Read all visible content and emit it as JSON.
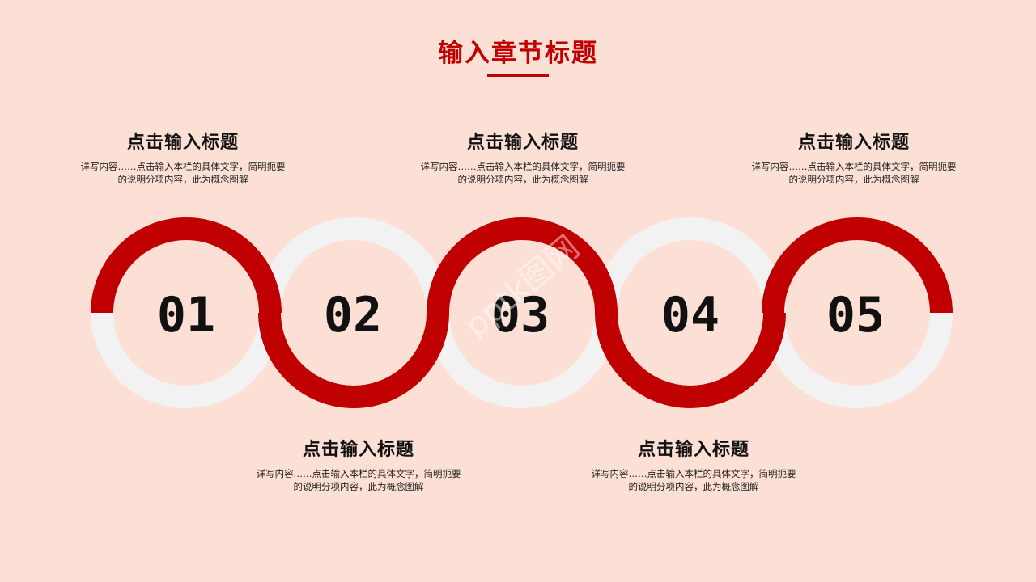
{
  "title": "输入章节标题",
  "colors": {
    "background": "#fde0d5",
    "accent": "#c00000",
    "ring_light": "#f2f2f2",
    "text": "#111111"
  },
  "steps": [
    {
      "number": "01",
      "title": "点击输入标题",
      "desc": "详写内容……点击输入本栏的具体文字，简明扼要的说明分项内容，此为概念图解"
    },
    {
      "number": "02",
      "title": "点击输入标题",
      "desc": "详写内容……点击输入本栏的具体文字，简明扼要的说明分项内容，此为概念图解"
    },
    {
      "number": "03",
      "title": "点击输入标题",
      "desc": "详写内容……点击输入本栏的具体文字，简明扼要的说明分项内容，此为概念图解"
    },
    {
      "number": "04",
      "title": "点击输入标题",
      "desc": "详写内容……点击输入本栏的具体文字，简明扼要的说明分项内容，此为概念图解"
    },
    {
      "number": "05",
      "title": "点击输入标题",
      "desc": "详写内容……点击输入本栏的具体文字，简明扼要的说明分项内容，此为概念图解"
    }
  ],
  "watermark": "pptk图网"
}
